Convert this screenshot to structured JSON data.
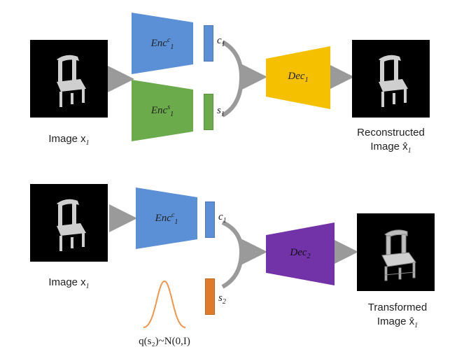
{
  "top_row": {
    "input_label": "Image x",
    "input_sub": "1",
    "enc_content": {
      "base": "Enc",
      "sup": "c",
      "sub": "1"
    },
    "enc_style": {
      "base": "Enc",
      "sup": "s",
      "sub": "1"
    },
    "code_content": {
      "base": "c",
      "sub": "1"
    },
    "code_style": {
      "base": "s",
      "sub": "1"
    },
    "decoder": {
      "base": "Dec",
      "sub": "1"
    },
    "output_label_line1": "Reconstructed",
    "output_label_line2": "Image x̂",
    "output_sub": "1"
  },
  "bottom_row": {
    "input_label": "Image x",
    "input_sub": "1",
    "enc_content": {
      "base": "Enc",
      "sup": "c",
      "sub": "1"
    },
    "code_content": {
      "base": "c",
      "sub": "1"
    },
    "code_style": {
      "base": "s",
      "sub": "2"
    },
    "decoder": {
      "base": "Dec",
      "sub": "2"
    },
    "prior_label": "q(s₂)~N(0,I)",
    "output_label_line1": "Transformed",
    "output_label_line2": "Image x̂",
    "output_sub": "1"
  },
  "colors": {
    "enc_content": "#5b8fd6",
    "enc_style": "#6bab4b",
    "dec1": "#f5c000",
    "dec2": "#7232a8",
    "code_style_sample": "#e07a2a",
    "gaussian": "#f2954b",
    "arrow": "#9a9a9a"
  }
}
